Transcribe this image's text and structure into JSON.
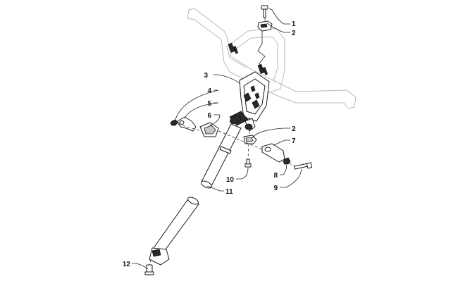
{
  "callouts": [
    {
      "id": "1",
      "label": "1"
    },
    {
      "id": "2a",
      "label": "2"
    },
    {
      "id": "3",
      "label": "3"
    },
    {
      "id": "4",
      "label": "4"
    },
    {
      "id": "5",
      "label": "5"
    },
    {
      "id": "6",
      "label": "6"
    },
    {
      "id": "2b",
      "label": "2"
    },
    {
      "id": "7",
      "label": "7"
    },
    {
      "id": "8",
      "label": "8"
    },
    {
      "id": "9",
      "label": "9"
    },
    {
      "id": "10",
      "label": "10"
    },
    {
      "id": "11",
      "label": "11"
    },
    {
      "id": "12",
      "label": "12"
    }
  ],
  "colors": {
    "ink": "#1a1a1a",
    "ghost": "#b9b9b9",
    "background": "#ffffff"
  }
}
